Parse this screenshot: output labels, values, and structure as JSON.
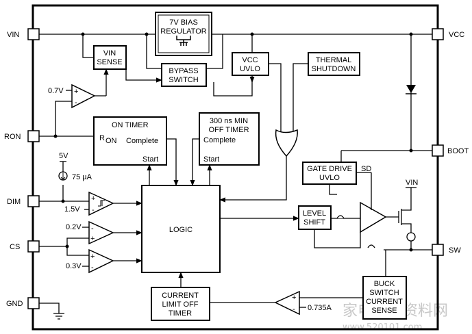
{
  "pins": {
    "vin": "VIN",
    "vcc": "VCC",
    "ron": "RON",
    "boot": "BOOT",
    "dim": "DIM",
    "cs": "CS",
    "sw": "SW",
    "gnd": "GND"
  },
  "blocks": {
    "bias_regulator_line1": "7V BIAS",
    "bias_regulator_line2": "REGULATOR",
    "vin_sense_line1": "VIN",
    "vin_sense_line2": "SENSE",
    "bypass_switch_line1": "BYPASS",
    "bypass_switch_line2": "SWITCH",
    "vcc_uvlo_line1": "VCC",
    "vcc_uvlo_line2": "UVLO",
    "thermal_line1": "THERMAL",
    "thermal_line2": "SHUTDOWN",
    "on_timer_title": "ON TIMER",
    "on_timer_ron": "R",
    "on_timer_ron_sub": "ON",
    "on_timer_complete": "Complete",
    "on_timer_start": "Start",
    "off_timer_line1": "300 ns MIN",
    "off_timer_line2": "OFF TIMER",
    "off_timer_complete": "Complete",
    "off_timer_start": "Start",
    "logic": "LOGIC",
    "gate_drive_line1": "GATE DRIVE",
    "gate_drive_line2": "UVLO",
    "sd": "SD",
    "level_shift_line1": "LEVEL",
    "level_shift_line2": "SHIFT",
    "current_limit_line1": "CURRENT",
    "current_limit_line2": "LIMIT OFF",
    "current_limit_line3": "TIMER",
    "buck_sense_line1": "BUCK",
    "buck_sense_line2": "SWITCH",
    "buck_sense_line3": "CURRENT",
    "buck_sense_line4": "SENSE"
  },
  "values": {
    "ref_07v": "0.7V",
    "ref_5v": "5V",
    "current_source": "75 µA",
    "ref_15v": "1.5V",
    "ref_02v": "0.2V",
    "ref_03v": "0.3V",
    "ref_0735a": "0.735A",
    "vin_node": "VIN",
    "plus": "+",
    "minus": "-"
  },
  "watermark": {
    "line1": "家电维修资料网",
    "line2": "www.520101.com"
  }
}
